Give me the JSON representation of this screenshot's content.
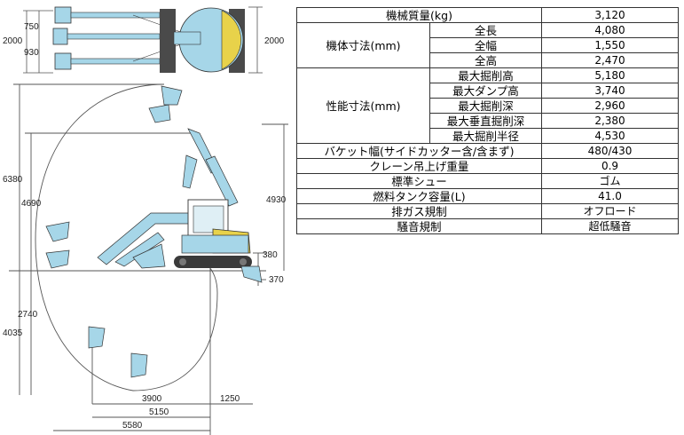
{
  "dimensions": {
    "top_view": {
      "overall_width_left": "2000",
      "overall_width_right": "2000",
      "offset_a": "750",
      "offset_b": "930"
    },
    "vertical_left": [
      "6380",
      "4690",
      "2740",
      "4035"
    ],
    "vertical_right": [
      "4930",
      "380",
      "370"
    ],
    "horizontal": [
      "3900",
      "1250",
      "5150",
      "5580"
    ]
  },
  "spec_table": {
    "rows": [
      {
        "label": "機械質量(kg)",
        "value": "3,120"
      },
      {
        "group": "機体寸法(mm)",
        "items": [
          {
            "label": "全長",
            "value": "4,080"
          },
          {
            "label": "全幅",
            "value": "1,550"
          },
          {
            "label": "全高",
            "value": "2,470"
          }
        ]
      },
      {
        "group": "性能寸法(mm)",
        "items": [
          {
            "label": "最大掘削高",
            "value": "5,180"
          },
          {
            "label": "最大ダンプ高",
            "value": "3,740"
          },
          {
            "label": "最大掘削深",
            "value": "2,960"
          },
          {
            "label": "最大垂直掘削深",
            "value": "2,380"
          },
          {
            "label": "最大掘削半径",
            "value": "4,530"
          }
        ]
      },
      {
        "label": "バケット幅(サイドカッター含/含まず)",
        "value": "480/430"
      },
      {
        "label": "クレーン吊上げ重量",
        "value": "0.9"
      },
      {
        "label": "標準シュー",
        "value": "ゴム"
      },
      {
        "label": "燃料タンク容量(L)",
        "value": "41.0"
      },
      {
        "label": "排ガス規制",
        "value": "オフロード"
      },
      {
        "label": "騒音規制",
        "value": "超低騒音"
      }
    ]
  },
  "colors": {
    "machine_blue": "#a6d6e8",
    "machine_yellow": "#e8d24a",
    "machine_dark": "#333333",
    "line": "#555555"
  }
}
